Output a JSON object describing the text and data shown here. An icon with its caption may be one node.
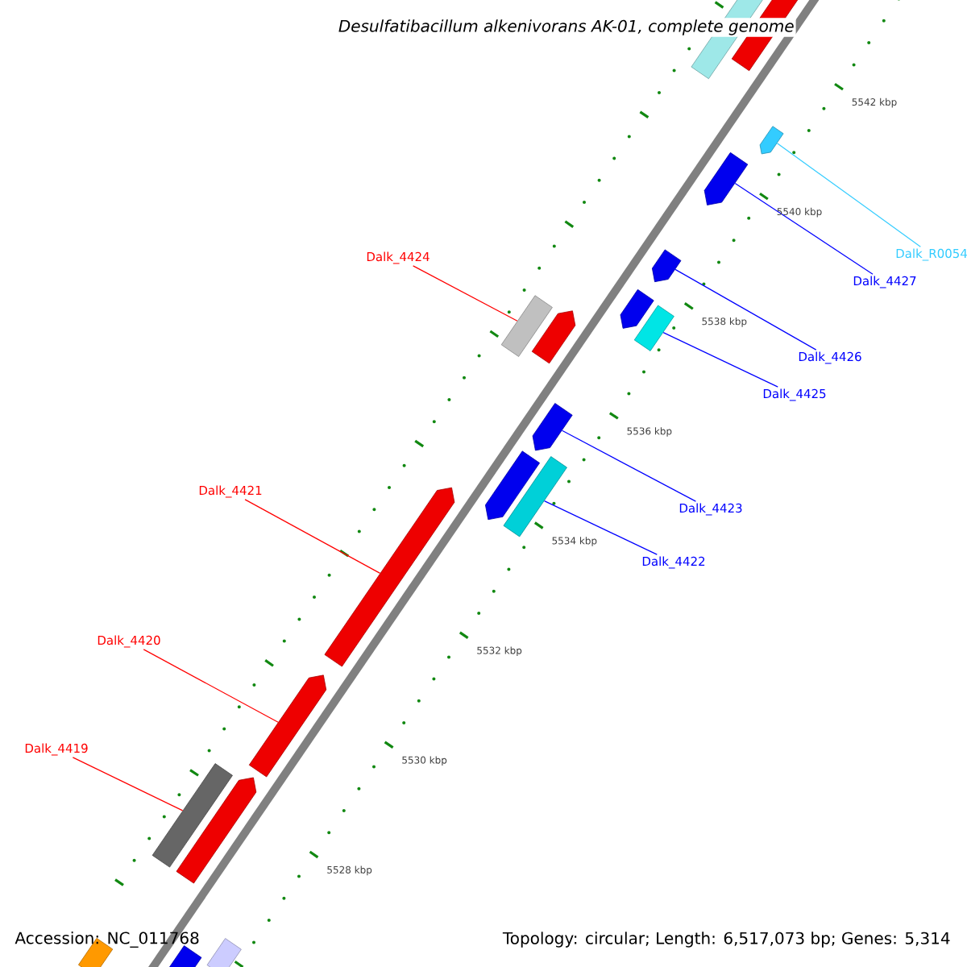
{
  "diagram": {
    "title": "Desulfatibacillum alkenivorans AK-01, complete genome",
    "nodes": [
      {
        "text": [
          "Dalk_R0054"
        ]
      },
      {
        "text": [
          "Dalk_4424"
        ]
      },
      {
        "text": [
          "Dalk_4427"
        ]
      },
      {
        "text": [
          "Dalk_4426"
        ]
      },
      {
        "text": [
          "Dalk_4425"
        ]
      },
      {
        "text": [
          "Dalk_4421"
        ]
      },
      {
        "text": [
          "Dalk_4423"
        ]
      },
      {
        "text": [
          "Dalk_4422"
        ]
      },
      {
        "text": [
          "Dalk_4420"
        ]
      },
      {
        "text": [
          "Dalk_4419"
        ]
      },
      {
        "text": [],
        "shape": "pentagon"
      },
      {
        "text": [],
        "shape": "box"
      },
      {
        "text": [],
        "shape": "pentagon"
      },
      {
        "text": [],
        "shape": "pentagon"
      },
      {
        "text": [],
        "shape": "box"
      },
      {
        "text": [],
        "shape": "pentagon"
      },
      {
        "text": [],
        "shape": "pentagon"
      },
      {
        "text": [],
        "shape": "box"
      },
      {
        "text": [],
        "shape": "pentagon"
      },
      {
        "text": [],
        "shape": "box"
      }
    ],
    "edges": [
      {
        "from": 0,
        "to": 10,
        "arrow": "none",
        "color": "#33ccff"
      },
      {
        "from": 1,
        "to": 11,
        "arrow": "none",
        "color": "#ff0000"
      },
      {
        "from": 2,
        "to": 12,
        "arrow": "none"
      },
      {
        "from": 3,
        "to": 13,
        "arrow": "none"
      },
      {
        "from": 4,
        "to": 14,
        "arrow": "none"
      },
      {
        "from": 5,
        "to": 15,
        "arrow": "none",
        "color": "#ff0000"
      },
      {
        "from": 6,
        "to": 16,
        "arrow": "none"
      },
      {
        "from": 7,
        "to": 17,
        "arrow": "none"
      },
      {
        "from": 8,
        "to": 18,
        "arrow": "none",
        "color": "#ff0000"
      },
      {
        "from": 9,
        "to": 19,
        "arrow": "none",
        "color": "#ff0000"
      }
    ],
    "labels": [
      "5542 kbp",
      "5540 kbp",
      "5538 kbp",
      "5536 kbp",
      "5534 kbp",
      "5532 kbp",
      "5530 kbp",
      "5528 kbp",
      "Accession: NC_011768",
      "Topology: circular; Length: 6,517,073 bp; Genes: 5,314"
    ]
  }
}
